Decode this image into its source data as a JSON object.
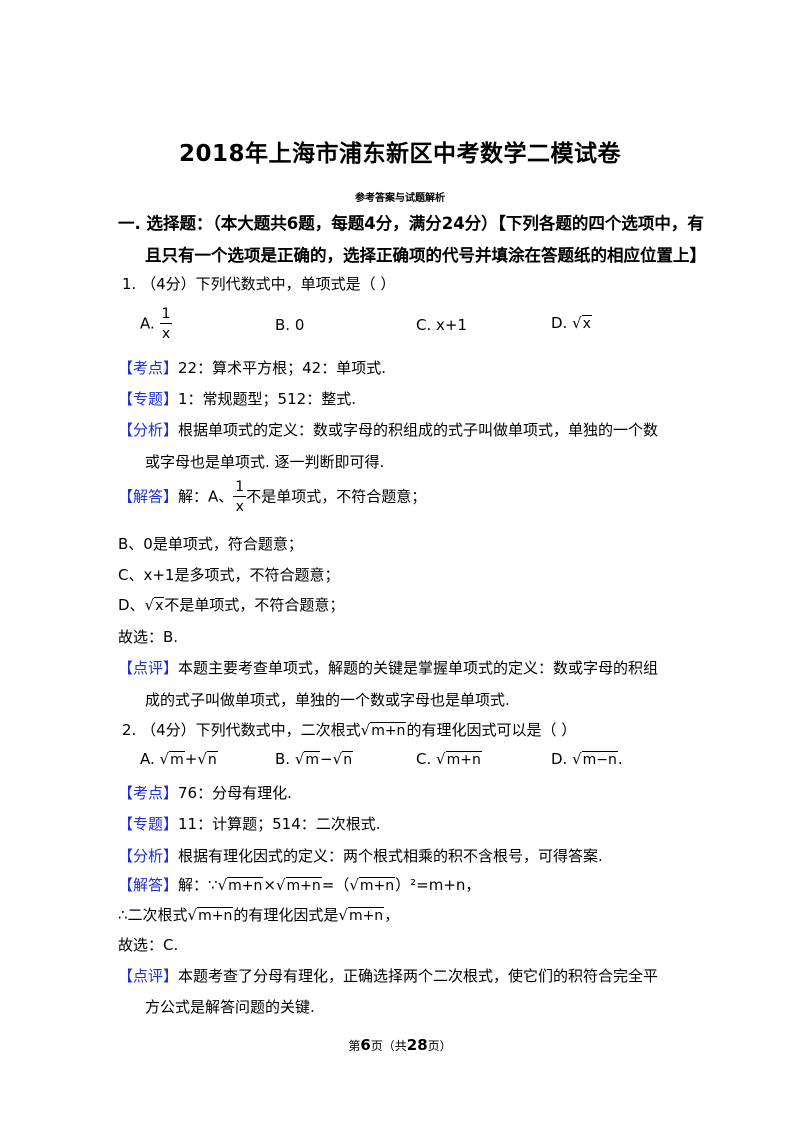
{
  "header": {
    "title": "2018年上海市浦东新区中考数学二模试卷",
    "subtitle": "参考答案与试题解析"
  },
  "section": {
    "line1": "一. 选择题：（本大题共6题，每题4分，满分24分）【下列各题的四个选项中，有",
    "line2": "且只有一个选项是正确的，选择正确项的代号并填涂在答题纸的相应位置上】"
  },
  "q1": {
    "stem": "1.  （4分）下列代数式中，单项式是（      ）",
    "options": {
      "a_label": "A.",
      "a_num": "1",
      "a_den": "x",
      "b": "B. 0",
      "c": "C.  x+1",
      "d_label": "D.",
      "d_rad": "x"
    },
    "kaodian_tag": "【考点】",
    "kaodian": "22：算术平方根；42：单项式.",
    "zhuanti_tag": "【专题】",
    "zhuanti": "1：常规题型；512：整式.",
    "fenxi_tag": "【分析】",
    "fenxi_1": "根据单项式的定义：数或字母的积组成的式子叫做单项式，单独的一个数",
    "fenxi_2": "或字母也是单项式. 逐一判断即可得.",
    "jieda_tag": "【解答】",
    "jieda_pre": "解：A、",
    "jieda_num": "1",
    "jieda_den": "x",
    "jieda_post": "不是单项式，不符合题意；",
    "line_b": "B、0是单项式，符合题意；",
    "line_c": "C、x+1是多项式，不符合题意；",
    "line_d_pre": "D、",
    "line_d_rad": "x",
    "line_d_post": "不是单项式，不符合题意；",
    "choice": "故选：B.",
    "dianping_tag": "【点评】",
    "dianping_1": "本题主要考查单项式，解题的关键是掌握单项式的定义：数或字母的积组",
    "dianping_2": "成的式子叫做单项式，单独的一个数或字母也是单项式."
  },
  "q2": {
    "stem_pre": "2.  （4分）下列代数式中，二次根式",
    "stem_rad": "m+n",
    "stem_post": "的有理化因式可以是（      ）",
    "options": {
      "a_label": "A.",
      "a_r1": "m",
      "a_op": "+",
      "a_r2": "n",
      "b_label": "B.",
      "b_r1": "m",
      "b_op": "−",
      "b_r2": "n",
      "c_label": "C.",
      "c_rad": "m+n",
      "d_label": "D.",
      "d_rad": "m−n",
      "d_end": "."
    },
    "kaodian_tag": "【考点】",
    "kaodian": "76：分母有理化.",
    "zhuanti_tag": "【专题】",
    "zhuanti": "11：计算题；514：二次根式.",
    "fenxi_tag": "【分析】",
    "fenxi": "根据有理化因式的定义：两个根式相乘的积不含根号，可得答案.",
    "jieda_tag": "【解答】",
    "jieda_pre": "解：∵",
    "jieda_r1": "m+n",
    "jieda_times": "×",
    "jieda_r2": "m+n",
    "jieda_eq": "=（",
    "jieda_r3": "m+n",
    "jieda_post": "）²=m+n，",
    "so_pre": "∴二次根式",
    "so_r1": "m+n",
    "so_mid": "的有理化因式是",
    "so_r2": "m+n",
    "so_end": "，",
    "choice": "故选：C.",
    "dianping_tag": "【点评】",
    "dianping_1": "本题考查了分母有理化，正确选择两个二次根式，使它们的积符合完全平",
    "dianping_2": "方公式是解答问题的关键."
  },
  "footer": {
    "pre": "第",
    "page": "6",
    "mid": "页（共",
    "total": "28",
    "post": "页）"
  }
}
